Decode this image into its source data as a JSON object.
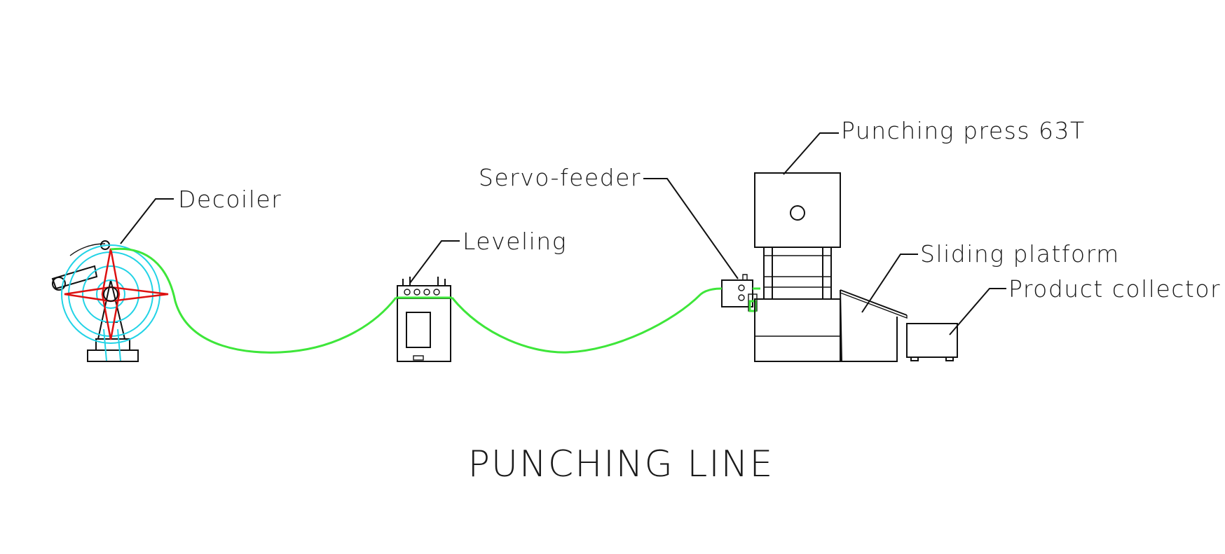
{
  "diagram": {
    "title": "PUNCHING LINE",
    "labels": {
      "decoiler": "Decoiler",
      "leveling": "Leveling",
      "servo_feeder": "Servo-feeder",
      "punching_press": "Punching press 63T",
      "sliding_platform": "Sliding platform",
      "product_collector": "Product collector"
    },
    "colors": {
      "line": "#111111",
      "strip": "#3ee63a",
      "coil": "#22d3e6",
      "arms": "#dd1111"
    }
  }
}
